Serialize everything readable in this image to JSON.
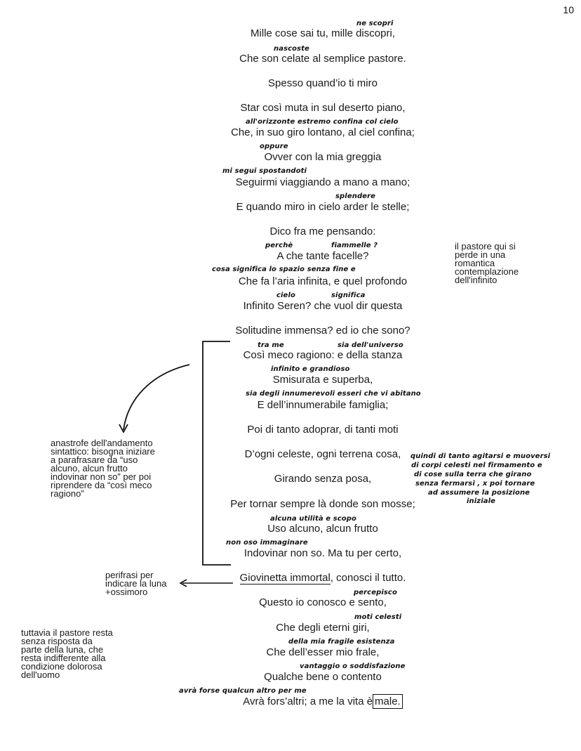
{
  "page_number": "10",
  "verses": [
    "Mille cose sai tu, mille discopri,",
    "Che son celate al semplice pastore.",
    "Spesso quand’io ti miro",
    "Star così muta in sul deserto piano,",
    "Che, in suo giro lontano, al ciel confina;",
    "Ovver con la mia greggia",
    "Seguirmi viaggiando a mano a mano;",
    "E quando miro in cielo arder le stelle;",
    "Dico fra me pensando:",
    "A che tante facelle?",
    "Che fa l’aria infinita, e quel profondo",
    "Infinito Seren? che vuol dir questa",
    "Solitudine immensa? ed io che sono?",
    "Così meco ragiono: e della stanza",
    "Smisurata e superba,",
    "E dell’innumerabile famiglia;",
    "Poi di tanto adoprar, di tanti moti",
    "D’ogni celeste, ogni terrena cosa,",
    "Girando senza posa,",
    "Per tornar sempre là donde son mosse;",
    "Uso alcuno, alcun frutto",
    "Indovinar non so. Ma tu per certo,",
    "Giovinetta immortal, conosci il tutto.",
    "Questo io conosco e sento,",
    "Che degli eterni giri,",
    "Che dell’esser mio frale,",
    "Qualche bene o contento",
    "Avrà fors’altri; a me la vita è"
  ],
  "underlined_part": "Giovinetta immortal",
  "underlined_rest": ", conosci il tutto.",
  "boxed_word": "male.",
  "handwritten": [
    "ne scopri",
    "nascoste",
    "all'orizzonte estremo  confina col cielo",
    "oppure",
    "mi segui spostandoti",
    "splendere",
    "perchè",
    "fiammelle ?",
    "cosa significa lo spazio senza fine e",
    "cielo",
    "significa",
    "tra me",
    "sia dell'universo",
    "infinito e grandioso",
    "sia degli innumerevoli esseri che vi abitano",
    "quindi di tanto agitarsi e muoversi",
    "di corpi celesti nel firmamento e",
    "di cose sulla terra  che girano",
    "senza fermarsi , x poi tornare",
    "ad assumere la posizione",
    "iniziale",
    "alcuna utilità e scopo",
    "non oso immaginare",
    "percepisco",
    "moti celesti",
    "della mia fragile esistenza",
    "vantaggio o soddisfazione",
    "avrà forse qualcun altro  per me"
  ],
  "notes": {
    "infinito": "il pastore qui si\nperde in una\nromantica\ncontemplazione\ndell'infinito",
    "anastrofe": "anastrofe dell'andamento\nsintattico: bisogna iniziare\na parafrasare da “uso\nalcuno, alcun frutto\nindovinar non so” per poi\nriprendere da “così meco\nragiono”",
    "perifrasi": "perifrasi per\nindicare la luna\n+ossimoro",
    "tuttavia": "tuttavia il pastore resta\nsenza risposta da\nparte della luna, che\nresta indifferente alla\ncondizione dolorosa\ndell'uomo"
  }
}
